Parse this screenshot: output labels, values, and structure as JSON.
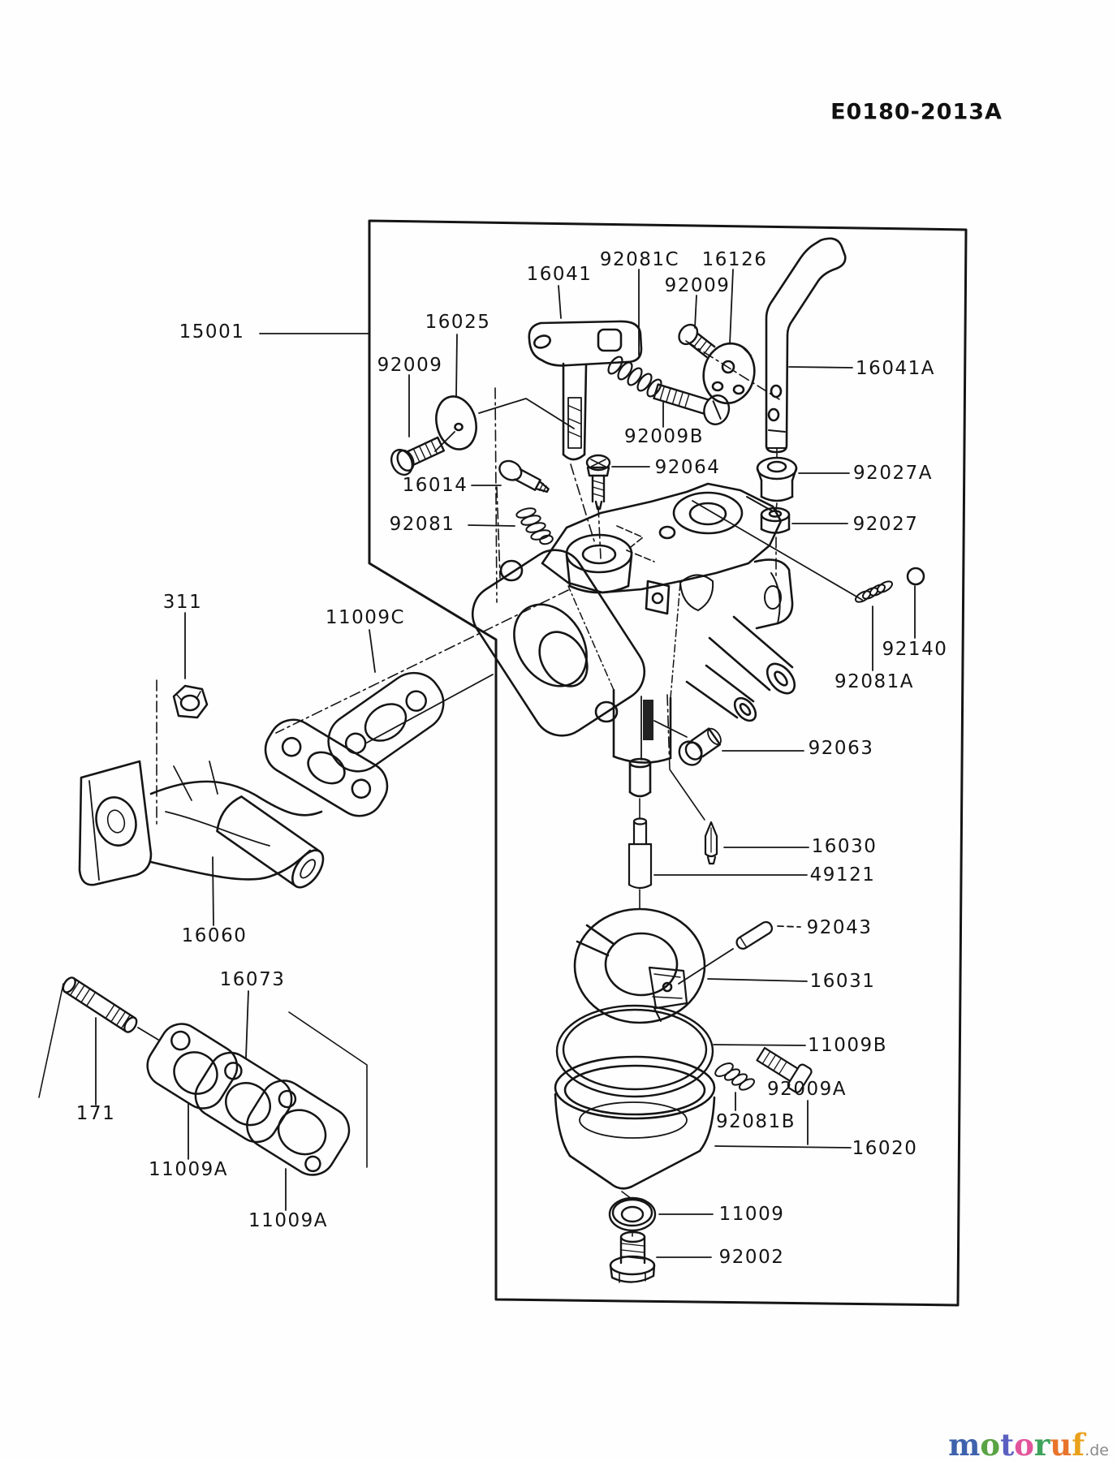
{
  "doc_code": "E0180-2013A",
  "diagram": {
    "type": "exploded-parts-diagram",
    "subject": "carburetor and intake manifold assembly",
    "callouts": [
      {
        "text": "15001"
      },
      {
        "text": "92009"
      },
      {
        "text": "16025"
      },
      {
        "text": "16041"
      },
      {
        "text": "92081C"
      },
      {
        "text": "92009"
      },
      {
        "text": "16126"
      },
      {
        "text": "16041A"
      },
      {
        "text": "92009B"
      },
      {
        "text": "92064"
      },
      {
        "text": "16014"
      },
      {
        "text": "92081"
      },
      {
        "text": "92027A"
      },
      {
        "text": "92027"
      },
      {
        "text": "311"
      },
      {
        "text": "11009C"
      },
      {
        "text": "92140"
      },
      {
        "text": "92081A"
      },
      {
        "text": "92063"
      },
      {
        "text": "16030"
      },
      {
        "text": "49121"
      },
      {
        "text": "16060"
      },
      {
        "text": "92043"
      },
      {
        "text": "16031"
      },
      {
        "text": "11009B"
      },
      {
        "text": "16073"
      },
      {
        "text": "171"
      },
      {
        "text": "11009A"
      },
      {
        "text": "11009A"
      },
      {
        "text": "92009A"
      },
      {
        "text": "92081B"
      },
      {
        "text": "16020"
      },
      {
        "text": "11009"
      },
      {
        "text": "92002"
      }
    ]
  },
  "watermark": {
    "letters": [
      {
        "ch": "m",
        "style": "color:#3f62ad"
      },
      {
        "ch": "o",
        "style": "color:#59a345"
      },
      {
        "ch": "t",
        "style": "color:#5b5fc0"
      },
      {
        "ch": "o",
        "style": "color:#e2549b"
      },
      {
        "ch": "r",
        "style": "color:#3ea35b"
      },
      {
        "ch": "u",
        "style": "color:#e8742c"
      },
      {
        "ch": "f",
        "style": "color:#e9a11b"
      }
    ],
    "tld": ".de"
  }
}
